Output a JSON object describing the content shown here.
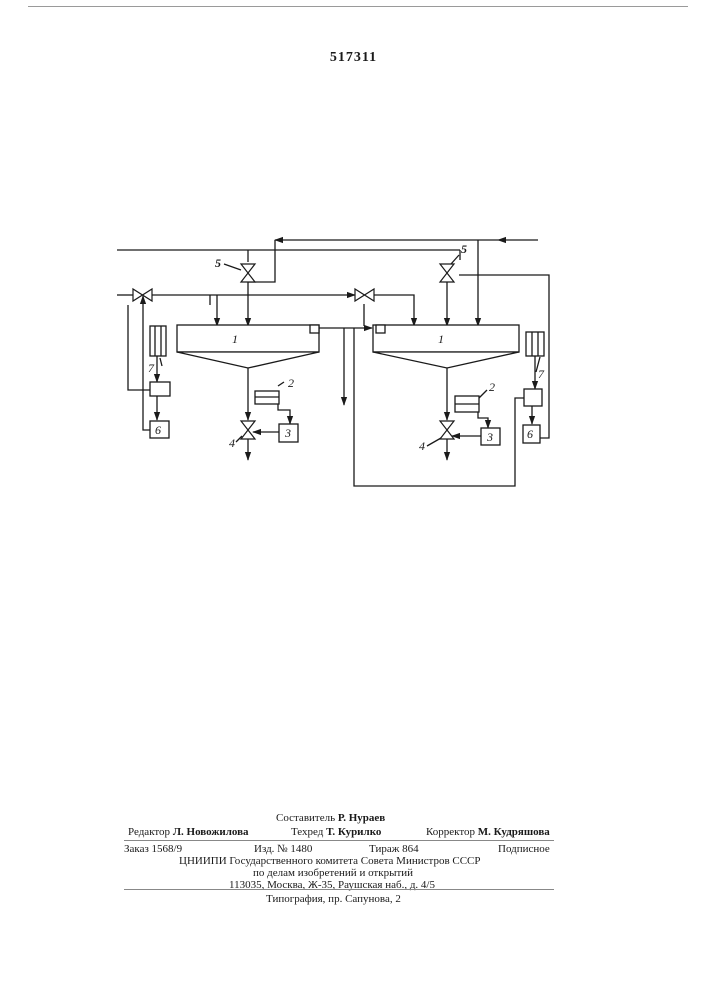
{
  "patent_number": "517311",
  "diagram": {
    "labels": {
      "settler": "1",
      "sensor": "2",
      "regulator": "3",
      "drain_valve": "4",
      "feed_valve": "5",
      "controller": "6",
      "instrument": "7"
    }
  },
  "colophon": {
    "compiler_role": "Составитель",
    "compiler_name": "Р. Нураев",
    "editor_role": "Редактор",
    "editor_name": "Л. Новожилова",
    "techred_role": "Техред",
    "techred_name": "Т. Курилко",
    "corrector_role": "Корректор",
    "corrector_name": "М. Кудряшова",
    "order": "Заказ 1568/9",
    "edition": "Изд. № 1480",
    "circulation": "Тираж  864",
    "subscription": "Подписное",
    "org_line1": "ЦНИИПИ Государственного комитета Совета Министров СССР",
    "org_line2": "по делам изобретений и открытий",
    "org_line3": "113035, Москва, Ж-35, Раушская наб., д. 4/5",
    "printer": "Типография, пр. Сапунова, 2"
  }
}
